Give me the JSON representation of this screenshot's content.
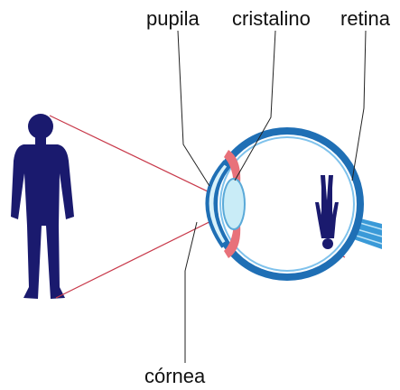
{
  "labels": {
    "pupila": "pupila",
    "cristalino": "cristalino",
    "retina": "retina",
    "cornea": "córnea"
  },
  "colors": {
    "figure": "#1a1a6e",
    "eye_outline": "#1f6fb5",
    "eye_fill": "#ffffff",
    "iris": "#e8717a",
    "lens": "#c9ecf7",
    "cornea": "#d8f1fa",
    "rays": "#c8394a",
    "optic_nerve": "#3a9ad8",
    "leader_lines": "#222222"
  }
}
